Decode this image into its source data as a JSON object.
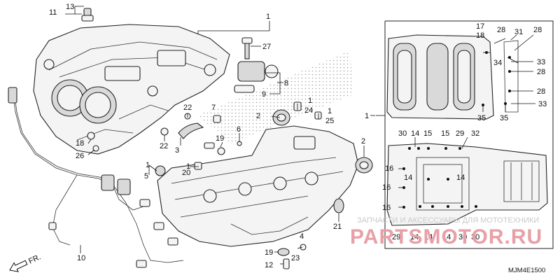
{
  "diagram": {
    "code": "MJM4E1500",
    "direction_label": "FR.",
    "watermark_top": "ЗАПЧАСТИ И АКСЕССУАРЫ ДЛЯ МОТОТЕХНИКИ",
    "watermark_main": "PARTSMOTOR.RU"
  },
  "callouts": {
    "main": [
      {
        "id": "11",
        "label": "11"
      },
      {
        "id": "13",
        "label": "13"
      },
      {
        "id": "1a",
        "label": "1"
      },
      {
        "id": "27",
        "label": "27"
      },
      {
        "id": "8",
        "label": "8"
      },
      {
        "id": "9",
        "label": "9"
      },
      {
        "id": "22a",
        "label": "22"
      },
      {
        "id": "7",
        "label": "7"
      },
      {
        "id": "2a",
        "label": "2"
      },
      {
        "id": "1b",
        "label": "1"
      },
      {
        "id": "24",
        "label": "24"
      },
      {
        "id": "1c",
        "label": "1"
      },
      {
        "id": "25",
        "label": "25"
      },
      {
        "id": "6",
        "label": "6"
      },
      {
        "id": "19a",
        "label": "19"
      },
      {
        "id": "22b",
        "label": "22"
      },
      {
        "id": "3",
        "label": "3"
      },
      {
        "id": "18",
        "label": "18"
      },
      {
        "id": "26",
        "label": "26"
      },
      {
        "id": "2b",
        "label": "2"
      },
      {
        "id": "1d",
        "label": "1"
      },
      {
        "id": "5",
        "label": "5"
      },
      {
        "id": "1e",
        "label": "1"
      },
      {
        "id": "20",
        "label": "20"
      },
      {
        "id": "21",
        "label": "21"
      },
      {
        "id": "10",
        "label": "10"
      },
      {
        "id": "4",
        "label": "4"
      },
      {
        "id": "19b",
        "label": "19"
      },
      {
        "id": "23",
        "label": "23"
      },
      {
        "id": "12",
        "label": "12"
      },
      {
        "id": "1f",
        "label": "1"
      }
    ],
    "inset": [
      {
        "id": "17",
        "label": "17"
      },
      {
        "id": "18i",
        "label": "18"
      },
      {
        "id": "28a",
        "label": "28"
      },
      {
        "id": "31",
        "label": "31"
      },
      {
        "id": "28b",
        "label": "28"
      },
      {
        "id": "34",
        "label": "34"
      },
      {
        "id": "33a",
        "label": "33"
      },
      {
        "id": "28c",
        "label": "28"
      },
      {
        "id": "28d",
        "label": "28"
      },
      {
        "id": "33b",
        "label": "33"
      },
      {
        "id": "35a",
        "label": "35"
      },
      {
        "id": "35b",
        "label": "35"
      },
      {
        "id": "30a",
        "label": "30"
      },
      {
        "id": "14a",
        "label": "14"
      },
      {
        "id": "15a",
        "label": "15"
      },
      {
        "id": "15b",
        "label": "15"
      },
      {
        "id": "29a",
        "label": "29"
      },
      {
        "id": "32",
        "label": "32"
      },
      {
        "id": "16a",
        "label": "16"
      },
      {
        "id": "14b",
        "label": "14"
      },
      {
        "id": "14c",
        "label": "14"
      },
      {
        "id": "16b",
        "label": "16"
      },
      {
        "id": "16c",
        "label": "16"
      },
      {
        "id": "29b",
        "label": "29"
      },
      {
        "id": "14d",
        "label": "14"
      },
      {
        "id": "14e",
        "label": "14"
      },
      {
        "id": "14f",
        "label": "14"
      },
      {
        "id": "30b",
        "label": "30"
      },
      {
        "id": "30c",
        "label": "30"
      }
    ]
  }
}
